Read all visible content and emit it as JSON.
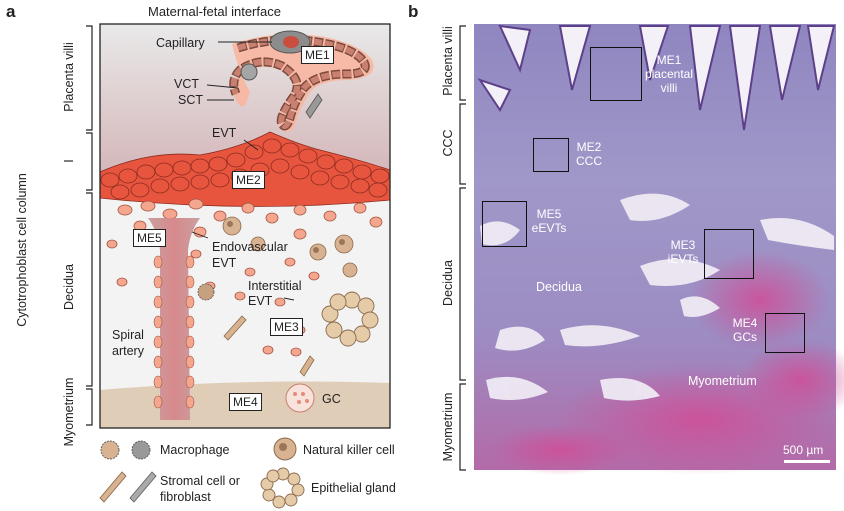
{
  "panel_a": {
    "letter": "a",
    "title": "Maternal-fetal interface",
    "side_label": "Cytotrophoblast cell column",
    "regions": [
      "Placenta villi",
      "I",
      "Decidua",
      "Myometrium"
    ],
    "labels": {
      "capillary": "Capillary",
      "vct": "VCT",
      "sct": "SCT",
      "evt": "EVT",
      "endovascular": "Endovascular",
      "endovascular2": "EVT",
      "interstitial": "Interstitial",
      "interstitial2": "EVT",
      "spiral": "Spiral",
      "spiral2": "artery",
      "gc": "GC"
    },
    "me_boxes": [
      "ME1",
      "ME2",
      "ME5",
      "ME3",
      "ME4"
    ],
    "legend": {
      "macrophage": "Macrophage",
      "nk": "Natural killer cell",
      "stromal1": "Stromal cell or",
      "stromal2": "fibroblast",
      "gland": "Epithelial gland"
    }
  },
  "panel_b": {
    "letter": "b",
    "regions": [
      "Placenta villi",
      "CCC",
      "Decidua",
      "Myometrium"
    ],
    "boxes": [
      {
        "label1": "ME1",
        "label2": "placental",
        "label3": "villi"
      },
      {
        "label1": "ME2",
        "label2": "CCC"
      },
      {
        "label1": "ME5",
        "label2": "eEVTs"
      },
      {
        "label1": "ME3",
        "label2": "iEVTs"
      },
      {
        "label1": "ME4",
        "label2": "GCs"
      }
    ],
    "tissue_labels": {
      "decidua": "Decidua",
      "myometrium": "Myometrium"
    },
    "scale_bar": "500 µm"
  },
  "colors": {
    "evt": "#e8553e",
    "evt_light": "#f4a68f",
    "tissue_purple": "#9a8cc4",
    "myometrium_pink": "#c8559a"
  }
}
